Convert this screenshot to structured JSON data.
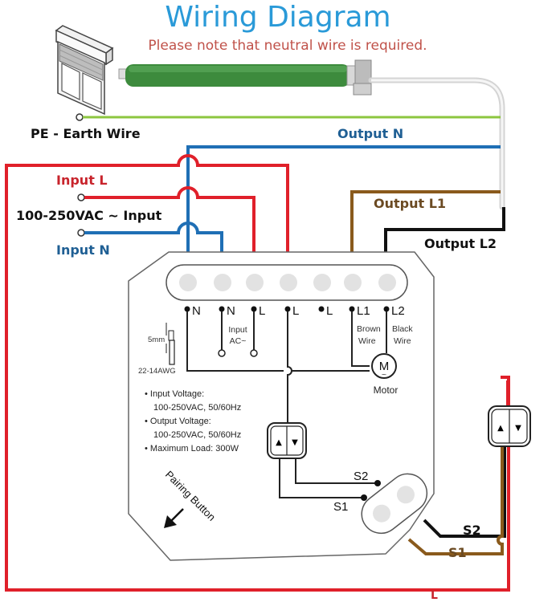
{
  "header": {
    "title": "Wiring Diagram",
    "note": "Please note that neutral wire is required."
  },
  "labels": {
    "earth": "PE - Earth Wire",
    "output_n": "Output N",
    "input_l": "Input L",
    "input_voltage": "100-250VAC ~ Input",
    "input_n": "Input N",
    "output_l1": "Output L1",
    "output_l2": "Output L2",
    "line_bottom": "L"
  },
  "module": {
    "terminals": [
      {
        "label": "N"
      },
      {
        "label": "N"
      },
      {
        "label": "L"
      },
      {
        "label": "L"
      },
      {
        "label": "L"
      },
      {
        "label": "L1"
      },
      {
        "label": "L2"
      }
    ],
    "input_ac_line1": "Input",
    "input_ac_line2": "AC~",
    "brown_line1": "Brown",
    "brown_line2": "Wire",
    "black_line1": "Black",
    "black_line2": "Wire",
    "motor_symbol": "M",
    "motor_tilde": "~",
    "motor_label": "Motor",
    "strip_length": "5mm",
    "wire_gauge": "22-14AWG",
    "specs": [
      "• Input Voltage:",
      "100-250VAC, 50/60Hz",
      "• Output Voltage:",
      "100-250VAC, 50/60Hz",
      "• Maximum Load: 300W"
    ],
    "pairing_button": "Pairing Button",
    "s2_inner": "S2",
    "s1_inner": "S1",
    "switch_up": "▲",
    "switch_down": "▼"
  },
  "external": {
    "s2": "S2",
    "s1": "S1",
    "switch_up": "▲",
    "switch_down": "▼"
  },
  "colors": {
    "title": "#2a9ad8",
    "note": "#c0524a",
    "live_red": "#e0202a",
    "neutral_blue": "#1f6fb5",
    "earth_green": "#8cc63f",
    "brown": "#8a5a1c",
    "black": "#111111"
  }
}
